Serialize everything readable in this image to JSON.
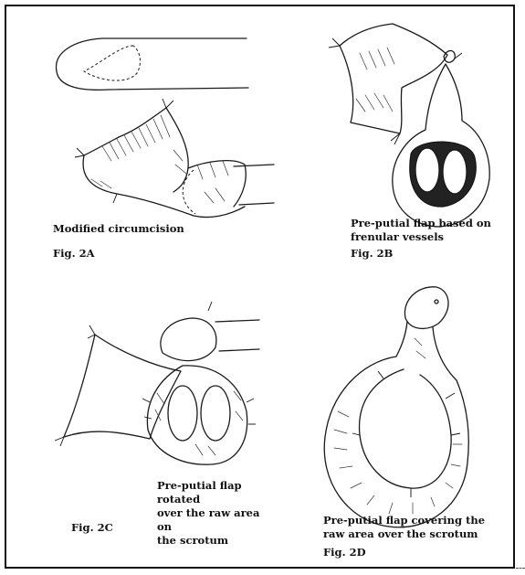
{
  "panels": [
    {
      "id": "2A",
      "caption": "Modified circumcision",
      "fig_label": "Fig. 2A"
    },
    {
      "id": "2B",
      "caption": "Pre-putial flap based on\nfrenular vessels",
      "fig_label": "Fig. 2B"
    },
    {
      "id": "2C",
      "caption": "Pre-putial flap rotated\nover the raw area on\nthe scrotum",
      "fig_label": "Fig. 2C"
    },
    {
      "id": "2D",
      "caption": "Pre-putial flap covering the\nraw area over the scrotum",
      "fig_label": "Fig. 2D"
    }
  ]
}
